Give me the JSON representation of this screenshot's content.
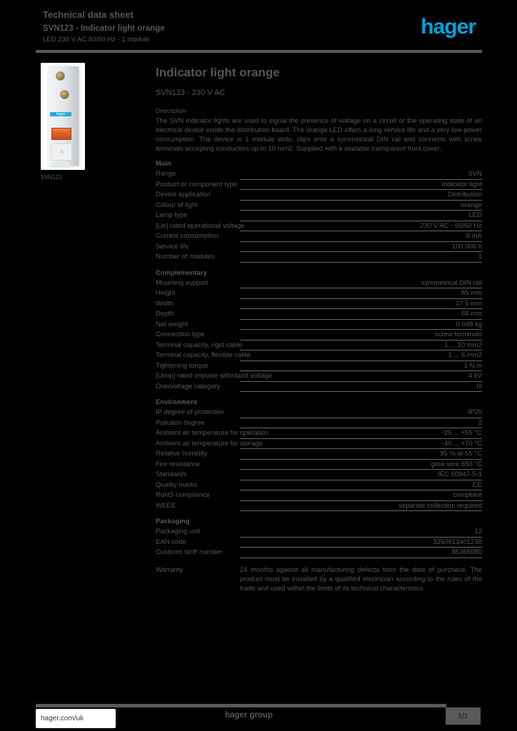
{
  "header": {
    "doc_type": "Technical data sheet",
    "ref_line": "SVN123 - Indicator light orange",
    "sub_line": "LED 230 V AC 50/60 Hz - 1 module",
    "logo_text": "hager"
  },
  "product": {
    "image_caption": "SVN123",
    "brand_strip": "hager"
  },
  "main": {
    "title": "Indicator light orange",
    "subtitle": "SVN123 - 230 V AC",
    "description_label": "Description",
    "description": "The SVN indicator lights are used to signal the presence of voltage on a circuit or the operating state of an electrical device inside the distribution board. The orange LED offers a long service life and a very low power consumption. The device is 1 module wide, clips onto a symmetrical DIN rail and connects with screw terminals accepting conductors up to 10 mm2. Supplied with a sealable transparent front cover."
  },
  "spec_sections": [
    {
      "title": "Main",
      "rows": [
        {
          "label": "Range",
          "value": "SVN"
        },
        {
          "label": "Product or component type",
          "value": "Indicator light"
        },
        {
          "label": "Device application",
          "value": "Distribution"
        },
        {
          "label": "Colour of light",
          "value": "orange"
        },
        {
          "label": "Lamp type",
          "value": "LED"
        },
        {
          "label": "[Ue] rated operational voltage",
          "value": "230 V AC - 50/60 Hz"
        },
        {
          "label": "Current consumption",
          "value": "8 mA"
        },
        {
          "label": "Service life",
          "value": "100 000 h"
        },
        {
          "label": "Number of modules",
          "value": "1"
        }
      ]
    },
    {
      "title": "Complementary",
      "rows": [
        {
          "label": "Mounting support",
          "value": "symmetrical DIN rail"
        },
        {
          "label": "Height",
          "value": "85 mm"
        },
        {
          "label": "Width",
          "value": "17.5 mm"
        },
        {
          "label": "Depth",
          "value": "66 mm"
        },
        {
          "label": "Net weight",
          "value": "0.048 kg"
        },
        {
          "label": "Connection type",
          "value": "screw terminals"
        },
        {
          "label": "Terminal capacity, rigid cable",
          "value": "1 ... 10 mm2"
        },
        {
          "label": "Terminal capacity, flexible cable",
          "value": "1 ... 6 mm2"
        },
        {
          "label": "Tightening torque",
          "value": "1 N.m"
        },
        {
          "label": "[Uimp] rated impulse withstand voltage",
          "value": "4 kV"
        },
        {
          "label": "Overvoltage category",
          "value": "III"
        }
      ]
    },
    {
      "title": "Environment",
      "rows": [
        {
          "label": "IP degree of protection",
          "value": "IP20"
        },
        {
          "label": "Pollution degree",
          "value": "2"
        },
        {
          "label": "Ambient air temperature for operation",
          "value": "-25 ... +55 °C"
        },
        {
          "label": "Ambient air temperature for storage",
          "value": "-40 ... +70 °C"
        },
        {
          "label": "Relative humidity",
          "value": "95 % at 55 °C"
        },
        {
          "label": "Fire resistance",
          "value": "glow wire 650 °C"
        },
        {
          "label": "Standards",
          "value": "IEC 60947-5-1"
        },
        {
          "label": "Quality marks",
          "value": "CE"
        },
        {
          "label": "RoHS compliance",
          "value": "compliant"
        },
        {
          "label": "WEEE",
          "value": "separate collection required"
        }
      ]
    },
    {
      "title": "Packaging",
      "rows": [
        {
          "label": "Packaging unit",
          "value": "12"
        },
        {
          "label": "EAN code",
          "value": "3250613401238"
        },
        {
          "label": "Customs tariff number",
          "value": "85365080"
        }
      ]
    }
  ],
  "warranty": {
    "label": "Warranty",
    "text": "24 months against all manufacturing defects from the date of purchase. The product must be installed by a qualified electrician according to the rules of the trade and used within the limits of its technical characteristics."
  },
  "footer": {
    "website": "hager.com/uk",
    "center_text": "hager group",
    "page": "1/1"
  },
  "colors": {
    "accent": "#00a3e0",
    "lens_orange": "#dd5f2b",
    "text_gray": "#55565a"
  }
}
